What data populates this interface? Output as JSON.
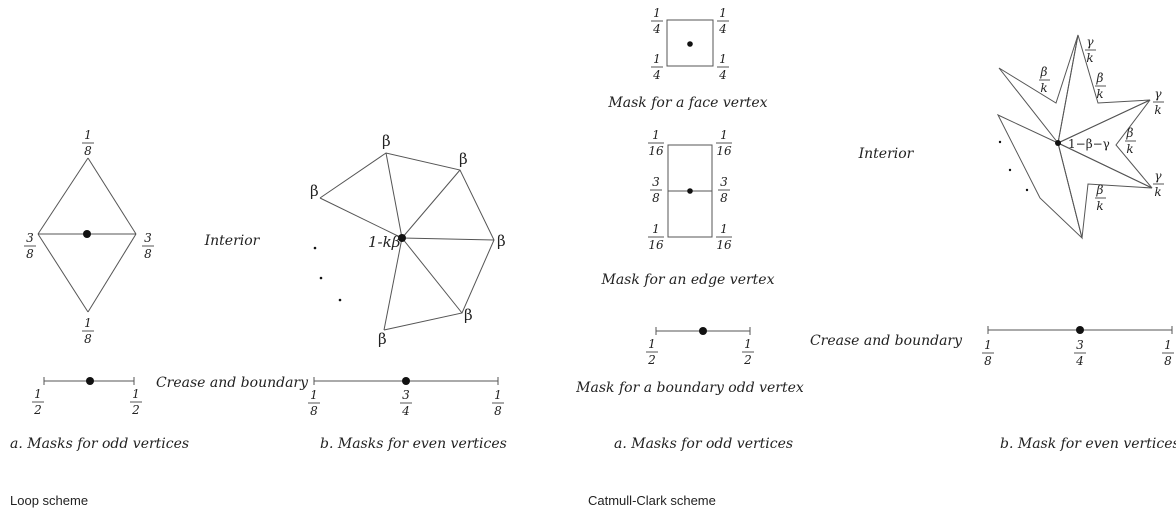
{
  "captions": {
    "loop_scheme": "Loop scheme",
    "catmull_clark_scheme": "Catmull-Clark scheme",
    "loop_odd": "a.  Masks for odd vertices",
    "loop_even": "b.  Masks for even vertices",
    "cc_odd": "a.  Masks for odd vertices",
    "cc_even": "b.  Mask for even vertices",
    "loop_interior": "Interior",
    "loop_crease": "Crease and boundary",
    "cc_interior": "Interior",
    "cc_crease": "Crease and boundary",
    "face_vertex": "Mask for a face vertex",
    "edge_vertex": "Mask for an edge vertex",
    "boundary_odd_vertex": "Mask for a boundary odd  vertex"
  },
  "symbols": {
    "beta": "β",
    "center_loop": "1-kβ",
    "center_cc": "1−β−γ",
    "beta_over_k_num": "β",
    "gamma_over_k_num": "γ",
    "k_den": "k"
  },
  "fractions": {
    "n1": "1",
    "n3": "3",
    "d2": "2",
    "d4": "4",
    "d8": "8",
    "d16": "16"
  }
}
